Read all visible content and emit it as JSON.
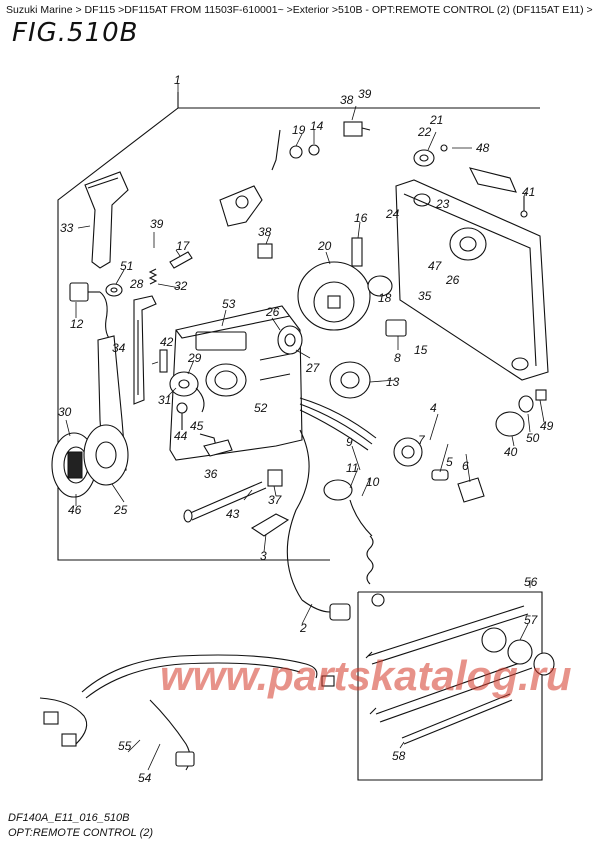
{
  "header": {
    "breadcrumb": "Suzuki Marine > DF115 >DF115AT FROM 11503F-610001~ >Exterior >510B - OPT:REMOTE CONTROL (2) (DF115AT E11) >",
    "fig_title": "FIG.510B"
  },
  "footer": {
    "drawing_code": "DF140A_E11_016_510B",
    "caption": "OPT:REMOTE CONTROL (2)"
  },
  "watermark": "www.partskatalog.ru",
  "callouts": [
    "1",
    "2",
    "3",
    "4",
    "5",
    "6",
    "7",
    "8",
    "9",
    "10",
    "11",
    "12",
    "13",
    "14",
    "15",
    "16",
    "17",
    "18",
    "19",
    "20",
    "21",
    "22",
    "23",
    "24",
    "25",
    "26",
    "26",
    "27",
    "28",
    "29",
    "30",
    "31",
    "32",
    "33",
    "34",
    "35",
    "36",
    "37",
    "38",
    "38",
    "39",
    "39",
    "40",
    "41",
    "42",
    "43",
    "44",
    "45",
    "46",
    "47",
    "48",
    "49",
    "50",
    "51",
    "52",
    "53",
    "54",
    "55",
    "56",
    "57",
    "58"
  ]
}
